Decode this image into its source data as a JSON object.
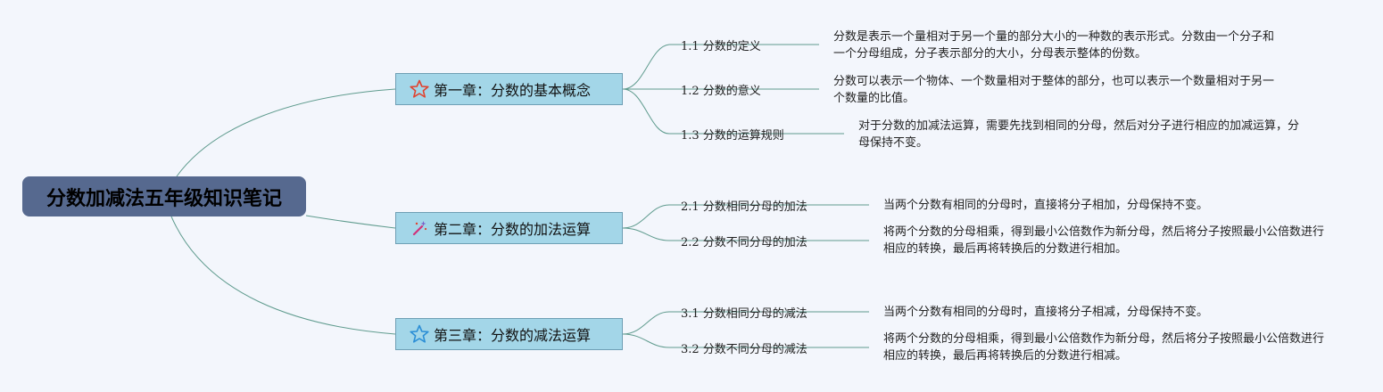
{
  "root": {
    "title": "分数加减法五年级知识笔记"
  },
  "chapters": [
    {
      "title": "第一章：分数的基本概念",
      "icon": "star-outline-red-icon",
      "subs": [
        {
          "label": "1.1 分数的定义",
          "note": "分数是表示一个量相对于另一个量的部分大小的一种数的表示形式。分数由一个分子和一个分母组成，分子表示部分的大小，分母表示整体的份数。"
        },
        {
          "label": "1.2 分数的意义",
          "note": "分数可以表示一个物体、一个数量相对于整体的部分，也可以表示一个数量相对于另一个数量的比值。"
        },
        {
          "label": "1.3 分数的运算规则",
          "note": "对于分数的加减法运算，需要先找到相同的分母，然后对分子进行相应的加减运算，分母保持不变。"
        }
      ]
    },
    {
      "title": "第二章：分数的加法运算",
      "icon": "magic-wand-icon",
      "subs": [
        {
          "label": "2.1 分数相同分母的加法",
          "note": "当两个分数有相同的分母时，直接将分子相加，分母保持不变。"
        },
        {
          "label": "2.2 分数不同分母的加法",
          "note": "将两个分数的分母相乘，得到最小公倍数作为新分母，然后将分子按照最小公倍数进行相应的转换，最后再将转换后的分数进行相加。"
        }
      ]
    },
    {
      "title": "第三章：分数的减法运算",
      "icon": "star-outline-blue-icon",
      "subs": [
        {
          "label": "3.1 分数相同分母的减法",
          "note": "当两个分数有相同的分母时，直接将分子相减，分母保持不变。"
        },
        {
          "label": "3.2 分数不同分母的减法",
          "note": "将两个分数的分母相乘，得到最小公倍数作为新分母，然后将分子按照最小公倍数进行相应的转换，最后再将转换后的分数进行相减。"
        }
      ]
    }
  ]
}
